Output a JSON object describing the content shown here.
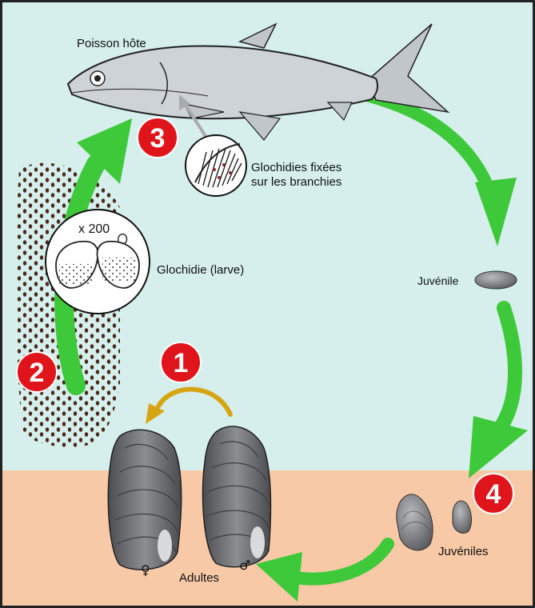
{
  "labels": {
    "host_fish": "Poisson hôte",
    "gills": [
      "Glochidies fixées",
      "sur les branchies"
    ],
    "magnification": "x 200",
    "larva": "Glochidie (larve)",
    "juvenile": "Juvénile",
    "juveniles": "Juvéniles",
    "adults": "Adultes",
    "female_symbol": "♀",
    "male_symbol": "♂"
  },
  "steps": [
    {
      "number": "1"
    },
    {
      "number": "2"
    },
    {
      "number": "3"
    },
    {
      "number": "4"
    }
  ],
  "colors": {
    "water": "#d6efec",
    "sediment": "#f8c9a6",
    "arrow_green": "#3ec93a",
    "arrow_gold": "#d6a514",
    "step_badge": "#e0151b",
    "fish_body": "#cdd3d6",
    "shell": "#7c7d80"
  }
}
